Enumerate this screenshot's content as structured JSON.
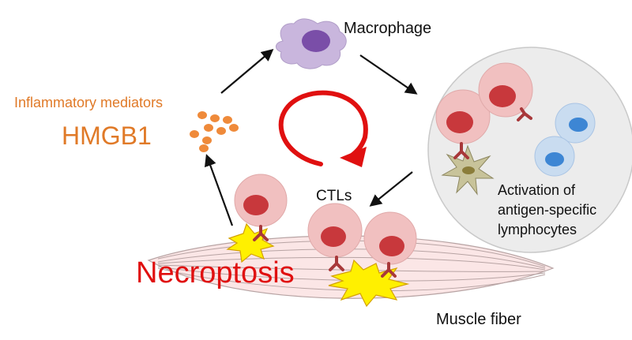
{
  "labels": {
    "macrophage": "Macrophage",
    "inflammatory_mediators": "Inflammatory mediators",
    "hmgb1": "HMGB1",
    "ctls": "CTLs",
    "activation_line1": "Activation of",
    "activation_line2": "antigen-specific",
    "activation_line3": "lymphocytes",
    "necroptosis": "Necroptosis",
    "muscle_fiber": "Muscle fiber"
  },
  "colors": {
    "orange_text": "#e07a28",
    "red_text": "#e01010",
    "cycle_arrow": "#e01010",
    "arrow": "#111111",
    "macrophage_body": "#c9b6dd",
    "macrophage_nucleus": "#7a4ea8",
    "ctl_body": "#f1c0c0",
    "ctl_nucleus": "#c8383c",
    "lymph_circle_bg": "#ececec",
    "blue_cell": "#c9dcf0",
    "blue_nucleus": "#3d86d4",
    "dendritic_cell": "#c8c39a",
    "necrosis_burst": "#fff000",
    "hmgb1_dots": "#ef8a3a",
    "muscle_fiber": "#fbe6e6"
  }
}
